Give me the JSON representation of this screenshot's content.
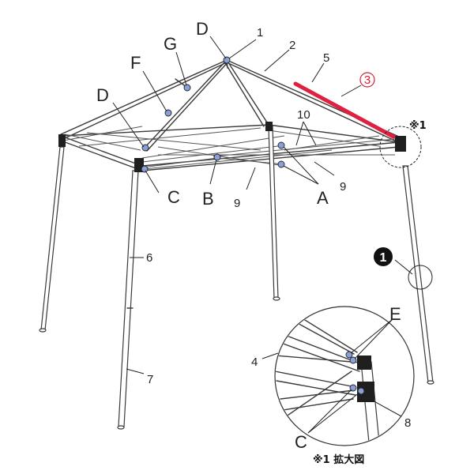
{
  "letters": {
    "a": "A",
    "b": "B",
    "c": "C",
    "d": "D",
    "e": "E",
    "f": "F",
    "g": "G"
  },
  "numbers": {
    "n1": "1",
    "n2": "2",
    "n3": "3",
    "n4": "4",
    "n5": "5",
    "n6": "6",
    "n7": "7",
    "n8": "8",
    "n9": "9",
    "n10": "10"
  },
  "markers": {
    "circled_one": "1",
    "zoom_ref": "※1",
    "zoom_caption": "※1 拡大図"
  },
  "colors": {
    "highlight": "#e0203f",
    "joint": "#8aa0d8",
    "frame": "#3a3a3a"
  }
}
